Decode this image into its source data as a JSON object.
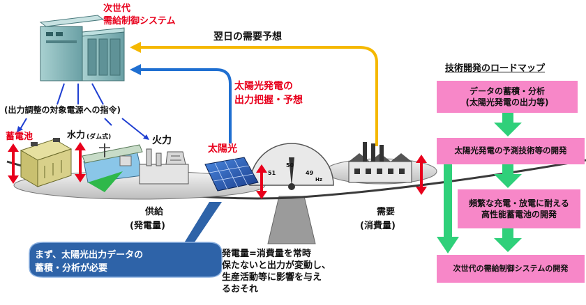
{
  "system": {
    "title_line1": "次世代",
    "title_line2": "需給制御システム"
  },
  "arrows": {
    "demand_forecast": "翌日の需要予想",
    "solar_forecast_line1": "太陽光発電の",
    "solar_forecast_line2": "出力把握・予想"
  },
  "instruction_label": "(出力調整の対象電源への指令)",
  "sources": {
    "battery": "蓄電池",
    "hydro": "水力",
    "hydro_sub": "(ダム式)",
    "thermal": "火力",
    "solar": "太陽光"
  },
  "gauge": {
    "left": "51",
    "center": "50",
    "right": "49",
    "unit": "Hz"
  },
  "supply": {
    "line1": "供給",
    "line2": "(発電量)"
  },
  "demand": {
    "line1": "需要",
    "line2": "(消費量)"
  },
  "callout": {
    "line1": "まず、太陽光出力データの",
    "line2": "蓄積・分析が必要"
  },
  "note": {
    "line1": "発電量=消費量を常時",
    "line2": "保たないと出力が変動し、",
    "line3": "生産活動等に影響を与え",
    "line4": "るおそれ"
  },
  "roadmap": {
    "title": "技術開発のロードマップ",
    "step1_line1": "データの蓄積・分析",
    "step1_line2": "(太陽光発電の出力等)",
    "step2": "太陽光発電の予測技術等の開発",
    "step3_line1": "頻繁な充電・放電に耐える",
    "step3_line2": "高性能蓄電池の開発",
    "step4": "次世代の需給制御システムの開発"
  },
  "colors": {
    "accent_red": "#e8001c",
    "forecast_arrow": "#f5b800",
    "solar_arrow": "#1f6fd1",
    "instruction_arrow": "#1f3fd1",
    "roadmap_box": "#f787c8",
    "roadmap_arrow": "#2fd07a",
    "callout_fill": "#2e63a8"
  }
}
